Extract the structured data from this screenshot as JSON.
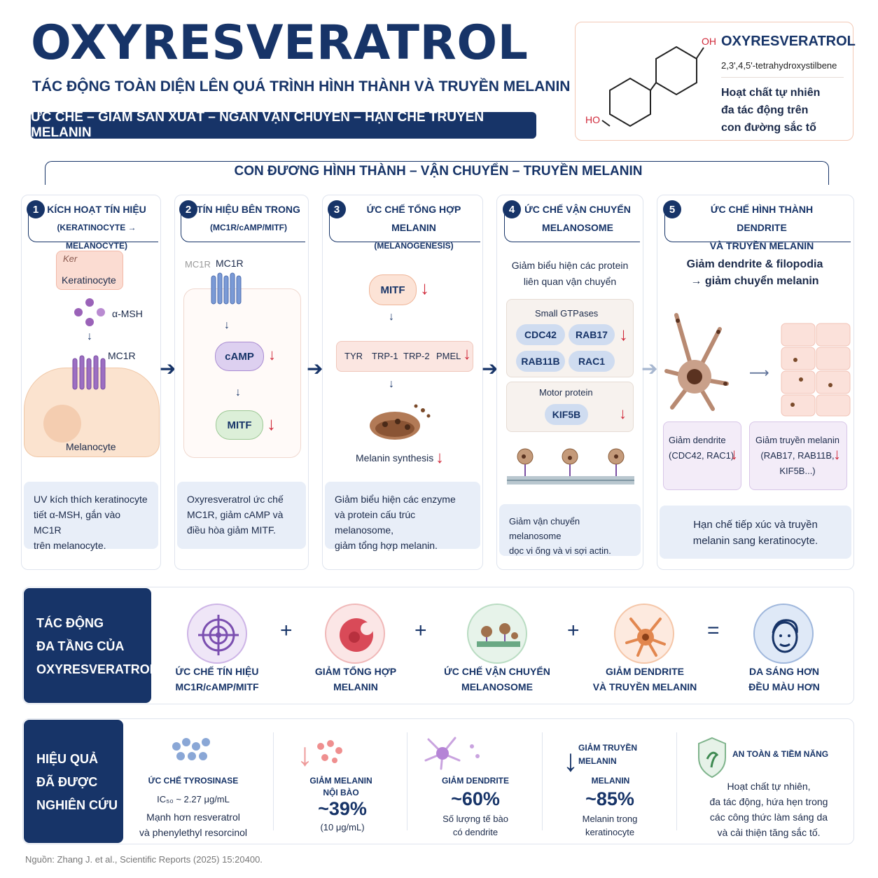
{
  "header": {
    "title": "OXYRESVERATROL",
    "subtitle": "TÁC ĐỘNG TOÀN DIỆN LÊN QUÁ TRÌNH HÌNH THÀNH VÀ TRUYỀN MELANIN",
    "tagline": "ỨC CHẾ – GIẢM SẢN XUẤT – NGĂN VẬN CHUYỂN – HẠN CHẾ TRUYỀN MELANIN"
  },
  "structure": {
    "name": "OXYRESVERATROL",
    "iupac": "2,3',4,5'-tetrahydroxystilbene",
    "desc_lines": [
      "Hoạt chất tự nhiên",
      "đa tác động trên",
      "con đường sắc tố"
    ],
    "oh_top": "OH",
    "oh_bottom": "HO"
  },
  "pathway": {
    "title": "CON ĐƯƠNG HÌNH THÀNH – VẬN CHUYỂN – TRUYỀN MELANIN",
    "steps": [
      {
        "num": "1",
        "title1": "KÍCH HOẠT TÍN HIỆU",
        "title2": "(KERATINOCYTE → MELANOCYTE)",
        "labels": {
          "ker_top": "Ker",
          "keratinocyte": "Keratinocyte",
          "msh": "α-MSH",
          "mc1r": "MC1R",
          "melanocyte": "Melanocyte"
        },
        "note": [
          "UV kích thích keratinocyte",
          "tiết α-MSH, gắn vào MC1R",
          "trên melanocyte."
        ]
      },
      {
        "num": "2",
        "title1": "TÍN HIỆU BÊN TRONG",
        "title2": "(MC1R/cAMP/MITF)",
        "labels": {
          "mc1r_faded": "MC1R",
          "mc1r": "MC1R",
          "camp": "cAMP",
          "mitf": "MITF"
        },
        "note": [
          "Oxyresveratrol ức chế",
          "MC1R, giảm cAMP và",
          "điều hòa giảm MITF."
        ]
      },
      {
        "num": "3",
        "title1": "ỨC CHẾ TỔNG HỢP MELANIN",
        "title2": "(MELANOGENESIS)",
        "labels": {
          "mitf": "MITF",
          "enzymes": [
            "TYR",
            "TRP-1",
            "TRP-2",
            "PMEL"
          ],
          "synthesis": "Melanin synthesis"
        },
        "note": [
          "Giảm biểu hiện các enzyme",
          "và protein cấu trúc melanosome,",
          "giảm tổng hợp melanin."
        ]
      },
      {
        "num": "4",
        "title1": "ỨC CHẾ VẬN CHUYỂN",
        "title2": "MELANOSOME",
        "labels": {
          "intro": [
            "Giảm biểu hiện các protein",
            "liên quan vận chuyển"
          ],
          "gtpases": "Small GTPases",
          "gtpase_list": [
            "CDC42",
            "RAB17",
            "RAB11B",
            "RAC1"
          ],
          "motor": "Motor protein",
          "motor_list": [
            "KIF5B"
          ]
        },
        "note": [
          "Giảm vận chuyển melanosome",
          "dọc vi ống và vi sợi actin."
        ]
      },
      {
        "num": "5",
        "title1": "ỨC CHẾ HÌNH THÀNH DENDRITE",
        "title2": "VÀ TRUYỀN MELANIN",
        "labels": {
          "intro": [
            "Giảm dendrite & filopodia",
            "→ giảm chuyển melanin"
          ],
          "box1": [
            "Giảm dendrite",
            "(CDC42, RAC1)"
          ],
          "box2": [
            "Giảm truyền melanin",
            "(RAB17, RAB11B,",
            "KIF5B...)"
          ]
        },
        "note": [
          "Hạn chế tiếp xúc và truyền",
          "melanin sang keratinocyte."
        ]
      }
    ]
  },
  "impact": {
    "head": [
      "TÁC ĐỘNG",
      "ĐA TẦNG CỦA",
      "OXYRESVERATROL"
    ],
    "items": [
      {
        "l1": "ỨC CHẾ TÍN HIỆU",
        "l2": "MC1R/cAMP/MITF",
        "icon": "target-icon",
        "color": "#efe6f7"
      },
      {
        "l1": "GIẢM TỔNG HỢP",
        "l2": "MELANIN",
        "icon": "melanin-icon",
        "color": "#fbe6e6"
      },
      {
        "l1": "ỨC CHẾ VẬN CHUYỂN",
        "l2": "MELANOSOME",
        "icon": "transport-icon",
        "color": "#e7f3ea"
      },
      {
        "l1": "GIẢM DENDRITE",
        "l2": "VÀ TRUYỀN MELANIN",
        "icon": "dendrite-icon",
        "color": "#fdeadf"
      },
      {
        "l1": "DA SÁNG HƠN",
        "l2": "ĐỀU MÀU HƠN",
        "icon": "face-icon",
        "color": "#dfe9f7"
      }
    ],
    "ops": [
      "+",
      "+",
      "+",
      "="
    ]
  },
  "effect": {
    "head": [
      "HIỆU QUẢ",
      "ĐÃ ĐƯỢC",
      "NGHIÊN CỨU"
    ],
    "tyrosinase": {
      "title": "ỨC CHẾ TYROSINASE",
      "ic": "IC₅₀ ~ 2.27 μg/mL",
      "l1": "Mạnh hơn resveratrol",
      "l2": "và phenylethyl resorcinol"
    },
    "melanin": {
      "t1": "GIẢM MELANIN",
      "t2": "NỘI BÀO",
      "value": "~39%",
      "sub": "(10 μg/mL)"
    },
    "dendrite": {
      "t1": "GIẢM DENDRITE",
      "value": "~60%",
      "s1": "Số lượng tế bào",
      "s2": "có dendrite"
    },
    "transfer": {
      "t1": "GIẢM TRUYỀN",
      "t2": "MELANIN",
      "t3": "MELANIN",
      "value": "~85%",
      "s1": "Melanin trong",
      "s2": "keratinocyte"
    },
    "safety": {
      "title": "AN TOÀN & TIỀM NĂNG",
      "lines": [
        "Hoạt chất tự nhiên,",
        "đa tác động, hứa hẹn trong",
        "các công thức làm sáng da",
        "và cải thiện tăng sắc tố."
      ]
    }
  },
  "source": "Nguồn: Zhang J. et al., Scientific Reports (2025) 15:20400."
}
